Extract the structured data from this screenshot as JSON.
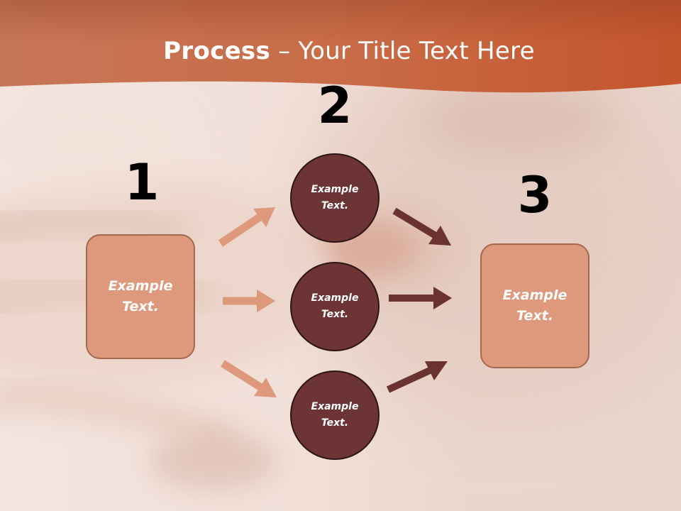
{
  "slide": {
    "title_bold": "Process",
    "title_rest": " – Your Title Text Here"
  },
  "steps": [
    {
      "number": "1"
    },
    {
      "number": "2"
    },
    {
      "number": "3"
    }
  ],
  "start_box": {
    "line1": "Example",
    "line2": "Text."
  },
  "circles": [
    {
      "line1": "Example",
      "line2": "Text."
    },
    {
      "line1": "Example",
      "line2": "Text."
    },
    {
      "line1": "Example",
      "line2": "Text."
    }
  ],
  "end_box": {
    "line1": "Example",
    "line2": "Text."
  },
  "colors": {
    "header": "#c9623a",
    "box_fill": "#de987b",
    "box_border": "#a36850",
    "circle_fill": "#6c3434",
    "incoming_arrow": "#de987b",
    "outgoing_arrow": "#6b3232"
  }
}
